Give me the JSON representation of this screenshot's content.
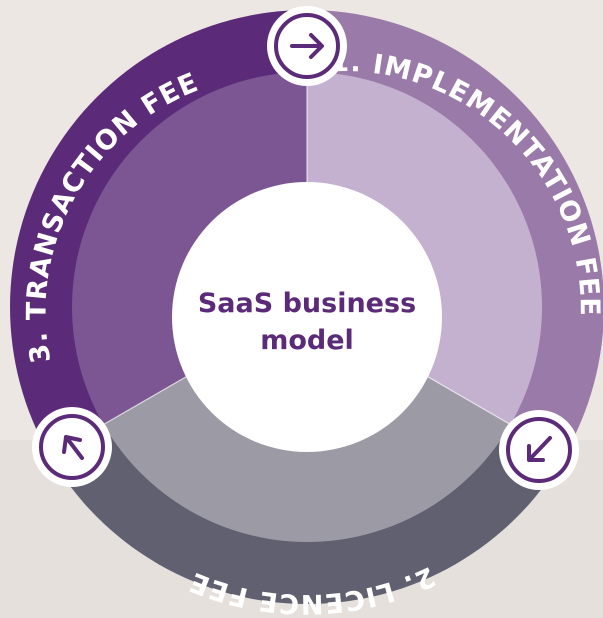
{
  "diagram": {
    "center_label_line1": "SaaS business",
    "center_label_line2": "model",
    "segments": [
      {
        "label": "1. IMPLEMENTATION FEE",
        "outer_color": "#9a7aa8",
        "inner_color": "#c4b1cf"
      },
      {
        "label": "2. LICENCE FEE",
        "outer_color": "#606070",
        "inner_color": "#9c9aa4"
      },
      {
        "label": "3. TRANSACTION FEE",
        "outer_color": "#5b2a78",
        "inner_color": "#7c5692"
      }
    ],
    "connectors": [
      {
        "icon": "arrow-right-icon"
      },
      {
        "icon": "arrow-down-left-icon"
      },
      {
        "icon": "arrow-up-left-icon"
      }
    ],
    "accent_color": "#5b2a78",
    "background_color": "#ece7e3"
  }
}
